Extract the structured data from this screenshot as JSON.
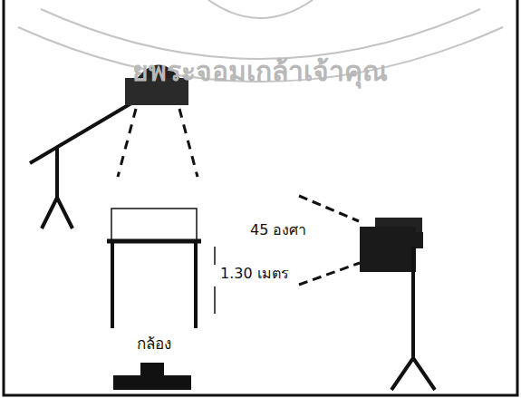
{
  "diagram": {
    "labels": [
      "ยพระจอมเกล้าเจ้าคุณ",
      "45 องศา",
      "1.30 เมตร",
      "กล้อง"
    ]
  }
}
